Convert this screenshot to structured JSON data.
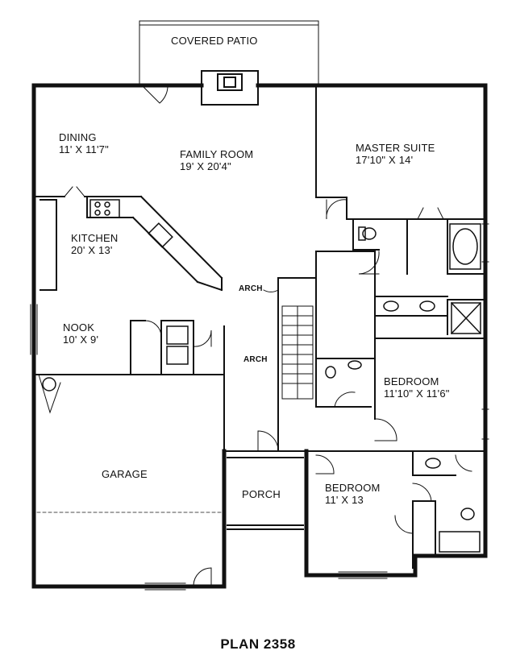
{
  "plan": {
    "title": "PLAN 2358",
    "rooms": {
      "covered_patio": {
        "name": "COVERED PATIO"
      },
      "dining": {
        "name": "DINING",
        "dim": "11' X 11'7\""
      },
      "family_room": {
        "name": "FAMILY ROOM",
        "dim": "19' X 20'4\""
      },
      "master_suite": {
        "name": "MASTER SUITE",
        "dim": "17'10\" X 14'"
      },
      "kitchen": {
        "name": "KITCHEN",
        "dim": "20' X 13'"
      },
      "nook": {
        "name": "NOOK",
        "dim": "10' X 9'"
      },
      "bedroom_2": {
        "name": "BEDROOM",
        "dim": "11'10\" X 11'6\""
      },
      "garage": {
        "name": "GARAGE"
      },
      "porch": {
        "name": "PORCH"
      },
      "bedroom_3": {
        "name": "BEDROOM",
        "dim": "11' X 13"
      }
    },
    "arches": {
      "upper": "ARCH",
      "lower": "ARCH"
    },
    "colors": {
      "ink": "#111111",
      "background": "#ffffff"
    }
  }
}
